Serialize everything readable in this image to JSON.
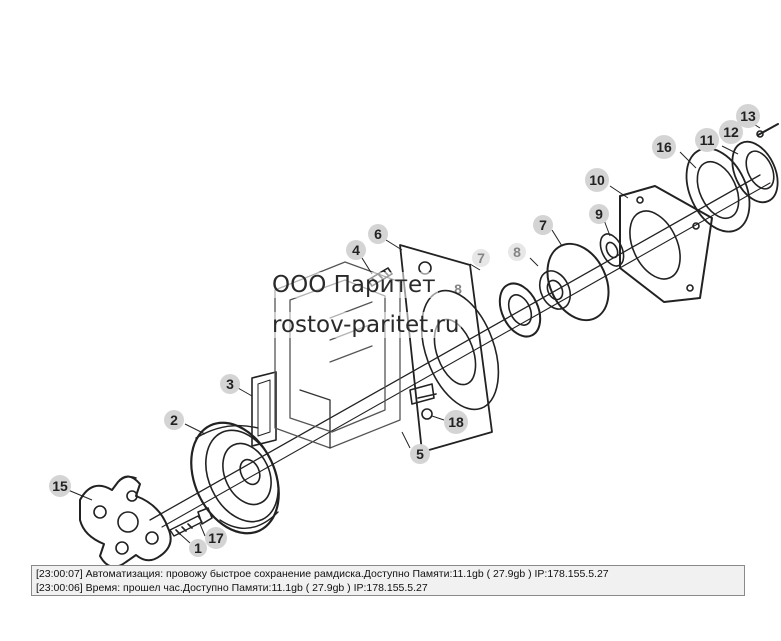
{
  "diagram": {
    "callouts": [
      "1",
      "2",
      "3",
      "4",
      "5",
      "6",
      "7",
      "8",
      "9",
      "10",
      "11",
      "12",
      "13",
      "15",
      "16",
      "17",
      "18"
    ],
    "ghost_labels": [
      "7",
      "8",
      "8"
    ]
  },
  "watermark": {
    "company": "ООО Паритет",
    "site": "rostov-paritet.ru"
  },
  "log": {
    "lines": [
      "[23:00:07]  Автоматизация: провожу быстрое сохранение рамдиска.Доступно Памяти:11.1gb  ( 27.9gb ) IP:178.155.5.27",
      "[23:00:06]  Время: прошел час.Доступно Памяти:11.1gb  ( 27.9gb ) IP:178.155.5.27"
    ]
  }
}
